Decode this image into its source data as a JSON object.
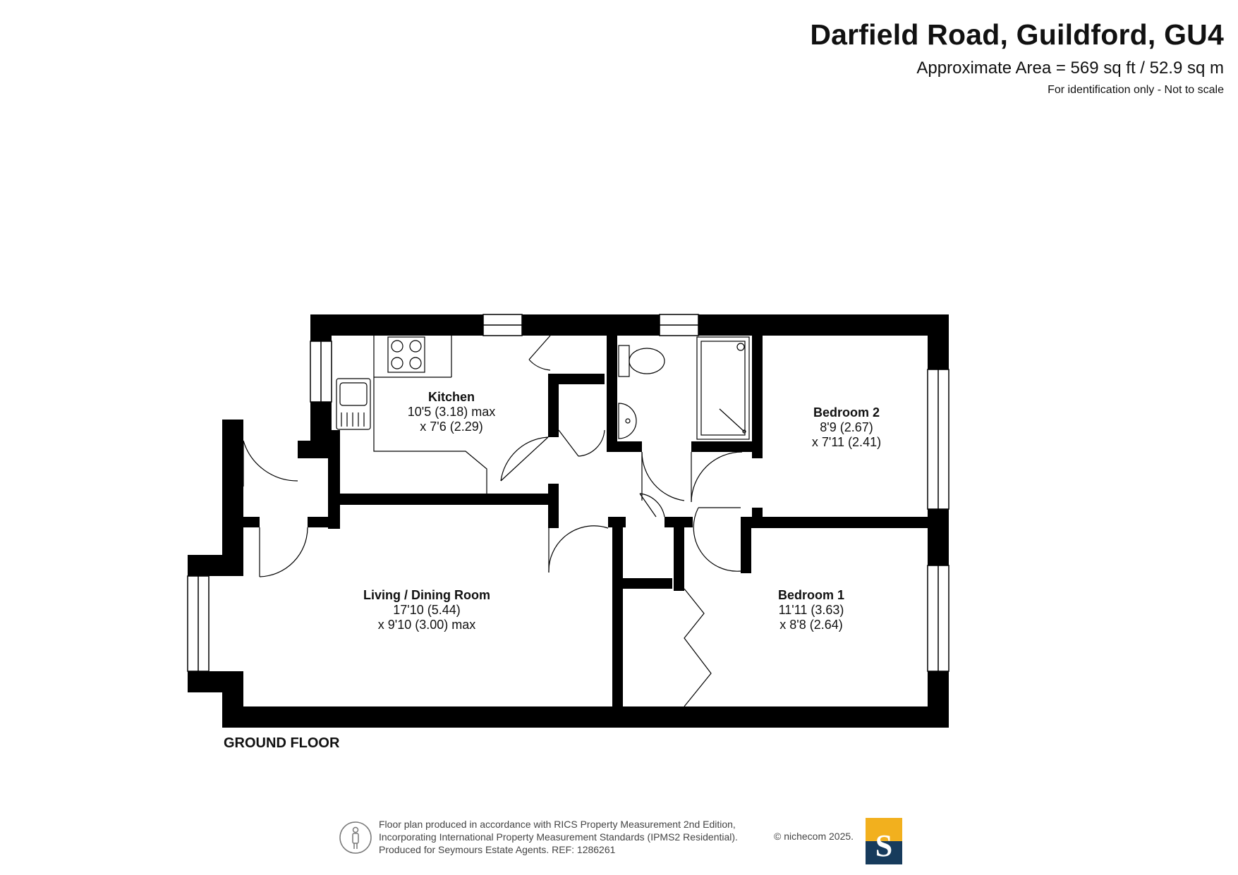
{
  "header": {
    "title": "Darfield Road, Guildford, GU4",
    "area": "Approximate Area = 569 sq ft / 52.9 sq m",
    "note": "For identification only - Not to scale"
  },
  "rooms": {
    "kitchen": {
      "name": "Kitchen",
      "dim1": "10'5 (3.18) max",
      "dim2": "x 7'6 (2.29)"
    },
    "bedroom2": {
      "name": "Bedroom 2",
      "dim1": "8'9 (2.67)",
      "dim2": "x 7'11 (2.41)"
    },
    "living": {
      "name": "Living / Dining Room",
      "dim1": "17'10 (5.44)",
      "dim2": "x 9'10 (3.00) max"
    },
    "bedroom1": {
      "name": "Bedroom 1",
      "dim1": "11'11 (3.63)",
      "dim2": "x 8'8 (2.64)"
    }
  },
  "floor_label": "GROUND FLOOR",
  "footer": {
    "line1": "Floor plan produced in accordance with RICS Property Measurement 2nd Edition,",
    "line2": "Incorporating International Property Measurement Standards (IPMS2 Residential).",
    "line3": "Produced for Seymours Estate Agents.   REF: 1286261",
    "copyright": "© nichecom 2025.",
    "logo_letter": "S",
    "logo_colors": {
      "top": "#f2b01e",
      "bottom": "#173b5c"
    }
  },
  "icons": [
    "person-icon",
    "hob-icon",
    "sink-icon",
    "toilet-icon",
    "basin-icon",
    "bath-icon"
  ]
}
